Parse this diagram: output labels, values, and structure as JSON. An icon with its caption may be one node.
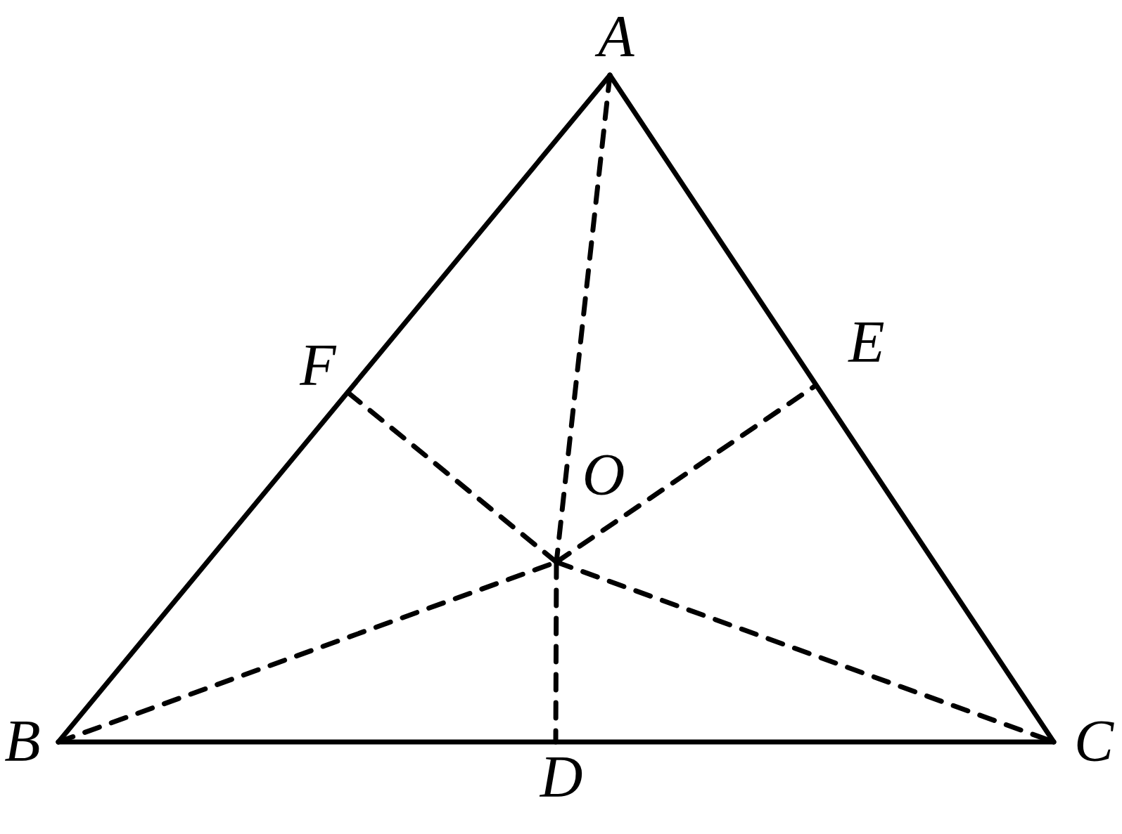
{
  "diagram": {
    "nodes": [
      {
        "text": [
          "A"
        ]
      },
      {
        "text": [
          "F"
        ]
      },
      {
        "text": [
          "E"
        ]
      },
      {
        "text": [
          "O"
        ]
      },
      {
        "text": [
          "B"
        ]
      },
      {
        "text": [
          "C"
        ]
      },
      {
        "text": [
          "D"
        ]
      }
    ],
    "edges": [
      {
        "from": 0,
        "to": 4,
        "arrow": "none"
      },
      {
        "from": 4,
        "to": 5,
        "arrow": "none"
      },
      {
        "from": 5,
        "to": 0,
        "arrow": "none"
      },
      {
        "from": 0,
        "to": 3,
        "arrow": "none",
        "style": "dashed"
      },
      {
        "from": 3,
        "to": 6,
        "arrow": "none",
        "style": "dashed"
      },
      {
        "from": 4,
        "to": 3,
        "arrow": "none",
        "style": "dashed"
      },
      {
        "from": 3,
        "to": 2,
        "arrow": "none",
        "style": "dashed"
      },
      {
        "from": 1,
        "to": 3,
        "arrow": "none",
        "style": "dashed"
      },
      {
        "from": 3,
        "to": 5,
        "arrow": "none",
        "style": "dashed"
      }
    ]
  }
}
